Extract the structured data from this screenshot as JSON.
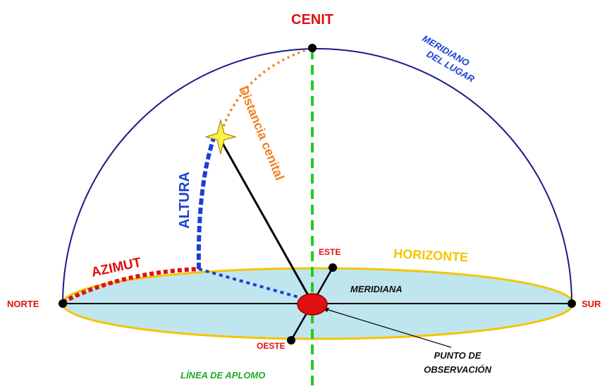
{
  "labels": {
    "cenit": "CENIT",
    "meridiano_line1": "MERIDIANO",
    "meridiano_line2": "DEL LUGAR",
    "distancia_cenital": "Distancia cenital",
    "altura": "ALTURA",
    "azimut": "AZIMUT",
    "horizonte": "HORIZONTE",
    "este": "ESTE",
    "oeste": "OESTE",
    "norte": "NORTE",
    "sur": "SUR",
    "meridiana": "MERIDIANA",
    "punto_line1": "PUNTO DE",
    "punto_line2": "OBSERVACIÓN",
    "linea_aplomo": "LÍNEA DE APLOMO"
  },
  "colors": {
    "horizon_fill": "#bfe6ee",
    "horizon_stroke": "#f5c400",
    "meridian_arc": "#1a1a8c",
    "plumb_line": "#22cc22",
    "altura": "#1a3fd6",
    "azimut": "#e01010",
    "distancia": "#f08020",
    "label_red": "#e01010",
    "label_blue": "#1a3fd6",
    "label_orange": "#f08020",
    "label_yellow": "#f5c400",
    "label_green": "#22aa22",
    "star": "#ffee44",
    "observer": "#e01010"
  }
}
